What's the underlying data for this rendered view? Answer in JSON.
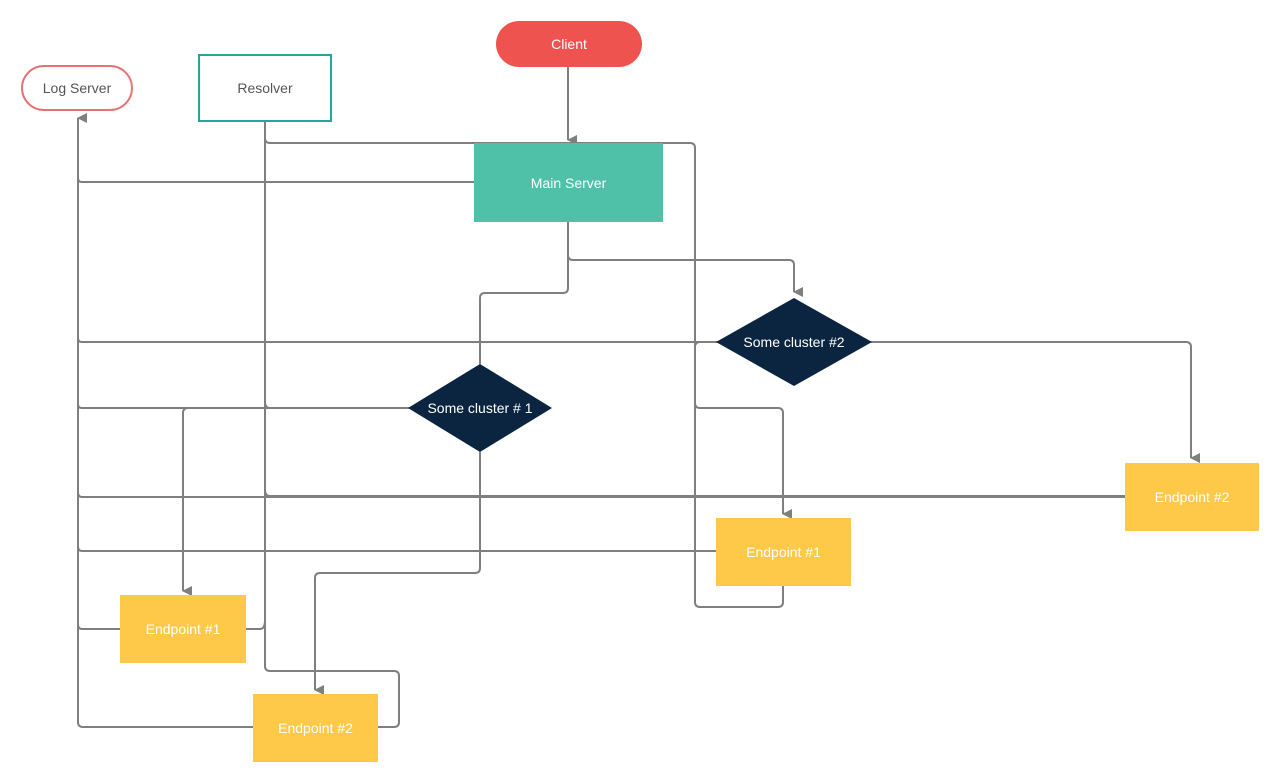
{
  "nodes": {
    "client": "Client",
    "log_server": "Log Server",
    "resolver": "Resolver",
    "main_server": "Main Server",
    "cluster1": "Some cluster # 1",
    "cluster2": "Some cluster #2",
    "endpoint1_left": "Endpoint #1",
    "endpoint2_left": "Endpoint #2",
    "endpoint1_right": "Endpoint #1",
    "endpoint2_right": "Endpoint #2"
  },
  "colors": {
    "client": "#ef5350",
    "log_server_border": "#e57373",
    "resolver_border": "#26a69a",
    "main_server": "#4fc1a9",
    "cluster": "#0b2540",
    "endpoint": "#fec849",
    "connector": "#808080"
  }
}
